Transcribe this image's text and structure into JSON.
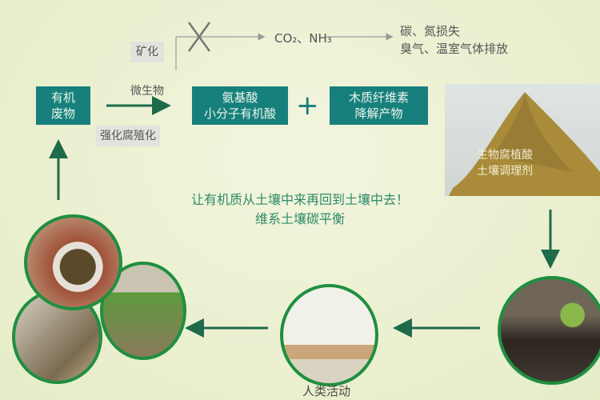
{
  "top": {
    "mineralization": "矿化",
    "gases": "CO₂、NH₃",
    "loss_line1": "碳、氮损失",
    "loss_line2": "臭气、温室气体排放"
  },
  "flow": {
    "organic_waste": "有机\n废物",
    "microbe": "微生物",
    "humification": "强化腐殖化",
    "amino_acids": "氨基酸\n小分子有机酸",
    "plus": "+",
    "lignin": "木质纤维素\n降解产物"
  },
  "product": {
    "label_line1": "生物腐植酸",
    "label_line2": "土壤调理剂"
  },
  "slogan": {
    "line1": "让有机质从土壤中来再回到土壤中去！",
    "line2": "维系土壤碳平衡"
  },
  "cycle": {
    "human_activity": "人类活动"
  },
  "colors": {
    "box": "#17807c",
    "arrow": "#1e6b4a",
    "circle_border": "#1f8f3f"
  }
}
